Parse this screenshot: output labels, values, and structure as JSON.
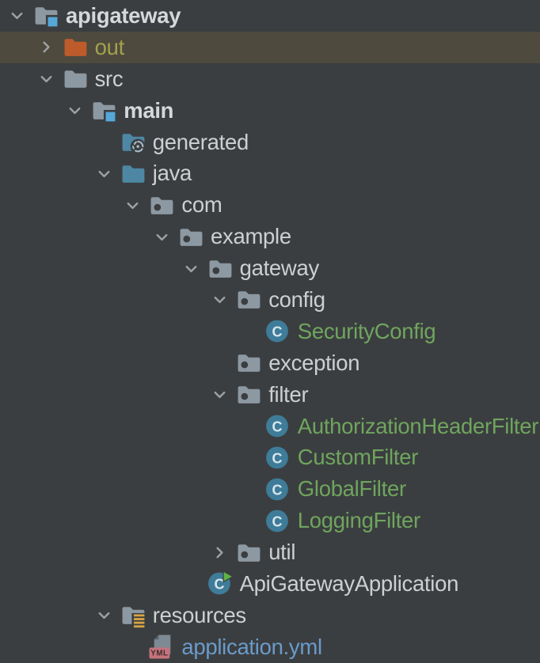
{
  "window": {
    "title": "Project tree - apigateway"
  },
  "colors": {
    "background": "#3B3E40",
    "selection_background": "#4E4A3E",
    "text_default": "#CDD0D2",
    "text_bold": "#D5D8DA",
    "text_excluded": "#A3A14D",
    "text_class_green": "#6FA55E",
    "text_yaml_blue": "#6A9BCB",
    "folder_gray": "#8C98A2",
    "folder_blue": "#4D87A3",
    "folder_orange": "#BE5B2B",
    "module_badge_blue": "#56A8D8",
    "resources_badge_yellow": "#D9A444",
    "class_icon_teal": "#3E7C99",
    "class_icon_letter": "#D8E5EC",
    "run_overlay_green": "#61B345",
    "yml_badge_rose": "#C4737C",
    "yml_badge_text": "#3E2A2E",
    "yml_page_gray": "#7E8A93",
    "yml_page_fold": "#59636B",
    "chevron_gray": "#9EA1A4",
    "generated_swirl_light": "#A8BDC9"
  },
  "tree": {
    "rows": [
      {
        "label": "apigateway",
        "depth": 0,
        "chevron": "down",
        "icon": "folder-module",
        "bold": true,
        "color": "default",
        "selected": false
      },
      {
        "label": "out",
        "depth": 1,
        "chevron": "right",
        "icon": "folder-excluded",
        "bold": false,
        "color": "excluded",
        "selected": true
      },
      {
        "label": "src",
        "depth": 1,
        "chevron": "down",
        "icon": "folder",
        "bold": false,
        "color": "default",
        "selected": false
      },
      {
        "label": "main",
        "depth": 2,
        "chevron": "down",
        "icon": "folder-module",
        "bold": true,
        "color": "default",
        "selected": false
      },
      {
        "label": "generated",
        "depth": 3,
        "chevron": "none",
        "icon": "folder-generated",
        "bold": false,
        "color": "default",
        "selected": false
      },
      {
        "label": "java",
        "depth": 3,
        "chevron": "down",
        "icon": "folder-sources",
        "bold": false,
        "color": "default",
        "selected": false
      },
      {
        "label": "com",
        "depth": 4,
        "chevron": "down",
        "icon": "package",
        "bold": false,
        "color": "default",
        "selected": false
      },
      {
        "label": "example",
        "depth": 5,
        "chevron": "down",
        "icon": "package",
        "bold": false,
        "color": "default",
        "selected": false
      },
      {
        "label": "gateway",
        "depth": 6,
        "chevron": "down",
        "icon": "package",
        "bold": false,
        "color": "default",
        "selected": false
      },
      {
        "label": "config",
        "depth": 7,
        "chevron": "down",
        "icon": "package",
        "bold": false,
        "color": "default",
        "selected": false
      },
      {
        "label": "SecurityConfig",
        "depth": 8,
        "chevron": "none",
        "icon": "class",
        "bold": false,
        "color": "class",
        "selected": false
      },
      {
        "label": "exception",
        "depth": 7,
        "chevron": "none",
        "icon": "package",
        "bold": false,
        "color": "default",
        "selected": false
      },
      {
        "label": "filter",
        "depth": 7,
        "chevron": "down",
        "icon": "package",
        "bold": false,
        "color": "default",
        "selected": false
      },
      {
        "label": "AuthorizationHeaderFilter",
        "depth": 8,
        "chevron": "none",
        "icon": "class",
        "bold": false,
        "color": "class",
        "selected": false
      },
      {
        "label": "CustomFilter",
        "depth": 8,
        "chevron": "none",
        "icon": "class",
        "bold": false,
        "color": "class",
        "selected": false
      },
      {
        "label": "GlobalFilter",
        "depth": 8,
        "chevron": "none",
        "icon": "class",
        "bold": false,
        "color": "class",
        "selected": false
      },
      {
        "label": "LoggingFilter",
        "depth": 8,
        "chevron": "none",
        "icon": "class",
        "bold": false,
        "color": "class",
        "selected": false
      },
      {
        "label": "util",
        "depth": 7,
        "chevron": "right",
        "icon": "package",
        "bold": false,
        "color": "default",
        "selected": false
      },
      {
        "label": "ApiGatewayApplication",
        "depth": 6,
        "chevron": "none",
        "icon": "class-run",
        "bold": false,
        "color": "default",
        "selected": false
      },
      {
        "label": "resources",
        "depth": 3,
        "chevron": "down",
        "icon": "folder-resources",
        "bold": false,
        "color": "default",
        "selected": false
      },
      {
        "label": "application.yml",
        "depth": 4,
        "chevron": "none",
        "icon": "yml",
        "bold": false,
        "color": "yaml",
        "selected": false
      }
    ]
  }
}
